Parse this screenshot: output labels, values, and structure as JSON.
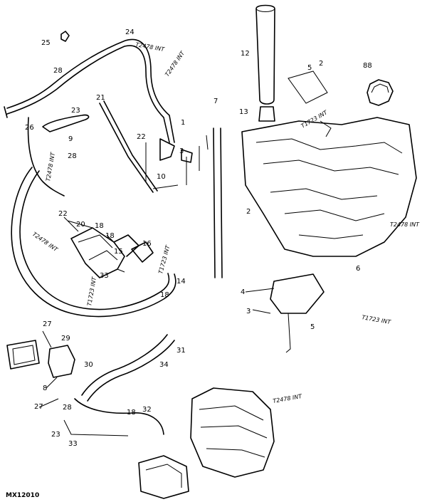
{
  "figure_id": "MX12010",
  "callouts": [
    {
      "id": "c1",
      "text": "25"
    },
    {
      "id": "c2",
      "text": "24"
    },
    {
      "id": "c3",
      "text": "28"
    },
    {
      "id": "c4",
      "text": "21"
    },
    {
      "id": "c5",
      "text": "23"
    },
    {
      "id": "c6",
      "text": "26"
    },
    {
      "id": "c7",
      "text": "9"
    },
    {
      "id": "c8",
      "text": "28"
    },
    {
      "id": "c9",
      "text": "22"
    },
    {
      "id": "c10",
      "text": "1"
    },
    {
      "id": "c11",
      "text": "10"
    },
    {
      "id": "c12",
      "text": "3"
    },
    {
      "id": "c13",
      "text": "7"
    },
    {
      "id": "c14",
      "text": "12"
    },
    {
      "id": "c15",
      "text": "13"
    },
    {
      "id": "c16",
      "text": "5"
    },
    {
      "id": "c17",
      "text": "88"
    },
    {
      "id": "c18",
      "text": "2"
    },
    {
      "id": "c19",
      "text": "22"
    },
    {
      "id": "c20",
      "text": "20"
    },
    {
      "id": "c21",
      "text": "18"
    },
    {
      "id": "c22",
      "text": "18"
    },
    {
      "id": "c23",
      "text": "33"
    },
    {
      "id": "c24",
      "text": "15"
    },
    {
      "id": "c25",
      "text": "16"
    },
    {
      "id": "c26",
      "text": "14"
    },
    {
      "id": "c27",
      "text": "18"
    },
    {
      "id": "c28",
      "text": "4"
    },
    {
      "id": "c29",
      "text": "5"
    },
    {
      "id": "c30",
      "text": "3"
    },
    {
      "id": "c31",
      "text": "29"
    },
    {
      "id": "c32",
      "text": "27"
    },
    {
      "id": "c33",
      "text": "30"
    },
    {
      "id": "c34",
      "text": "31"
    },
    {
      "id": "c35",
      "text": "34"
    },
    {
      "id": "c36",
      "text": "8"
    },
    {
      "id": "c37",
      "text": "27"
    },
    {
      "id": "c38",
      "text": "28"
    },
    {
      "id": "c39",
      "text": "18"
    },
    {
      "id": "c40",
      "text": "32"
    },
    {
      "id": "c41",
      "text": "23"
    },
    {
      "id": "c42",
      "text": "33"
    },
    {
      "id": "c43",
      "text": "2"
    },
    {
      "id": "c44",
      "text": "6"
    }
  ],
  "ref_labels": [
    {
      "id": "r1",
      "text": "T2478 INT"
    },
    {
      "id": "r2",
      "text": "T2478 INT"
    },
    {
      "id": "r3",
      "text": "T2478 INT"
    },
    {
      "id": "r4",
      "text": "T2478 INT"
    },
    {
      "id": "r5",
      "text": "T1723 INT"
    },
    {
      "id": "r6",
      "text": "T1723 INT"
    },
    {
      "id": "r7",
      "text": "T1723 INT"
    },
    {
      "id": "r8",
      "text": "T2478 INT"
    },
    {
      "id": "r9",
      "text": "T1723 INT"
    },
    {
      "id": "r10",
      "text": "T2478 INT"
    }
  ]
}
